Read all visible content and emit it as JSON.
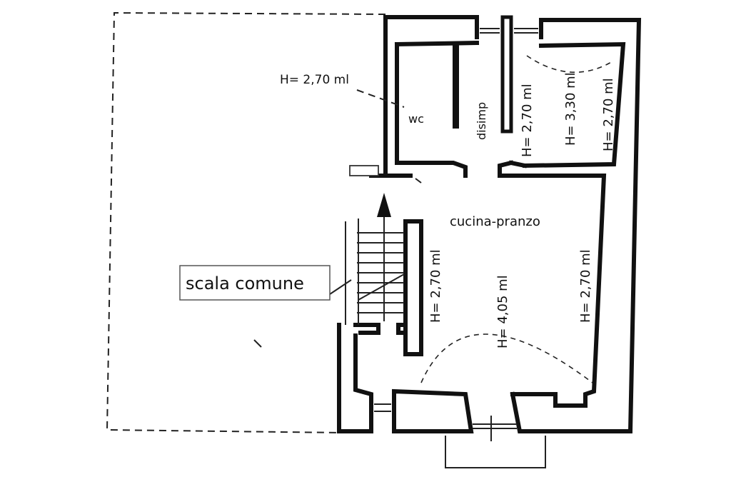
{
  "labels": {
    "h_wc": "H= 2,70 ml",
    "wc": "wc",
    "disimp": "disimp",
    "h_disimp": "H= 2,70 ml",
    "h_room_a": "H= 3,30 ml",
    "h_room_b": "H= 2,70 ml",
    "cucina": "cucina-pranzo",
    "scala": "scala comune",
    "h_stair": "H= 2,70 ml",
    "h_center": "H= 4,05 ml",
    "h_right": "H= 2,70 ml"
  }
}
